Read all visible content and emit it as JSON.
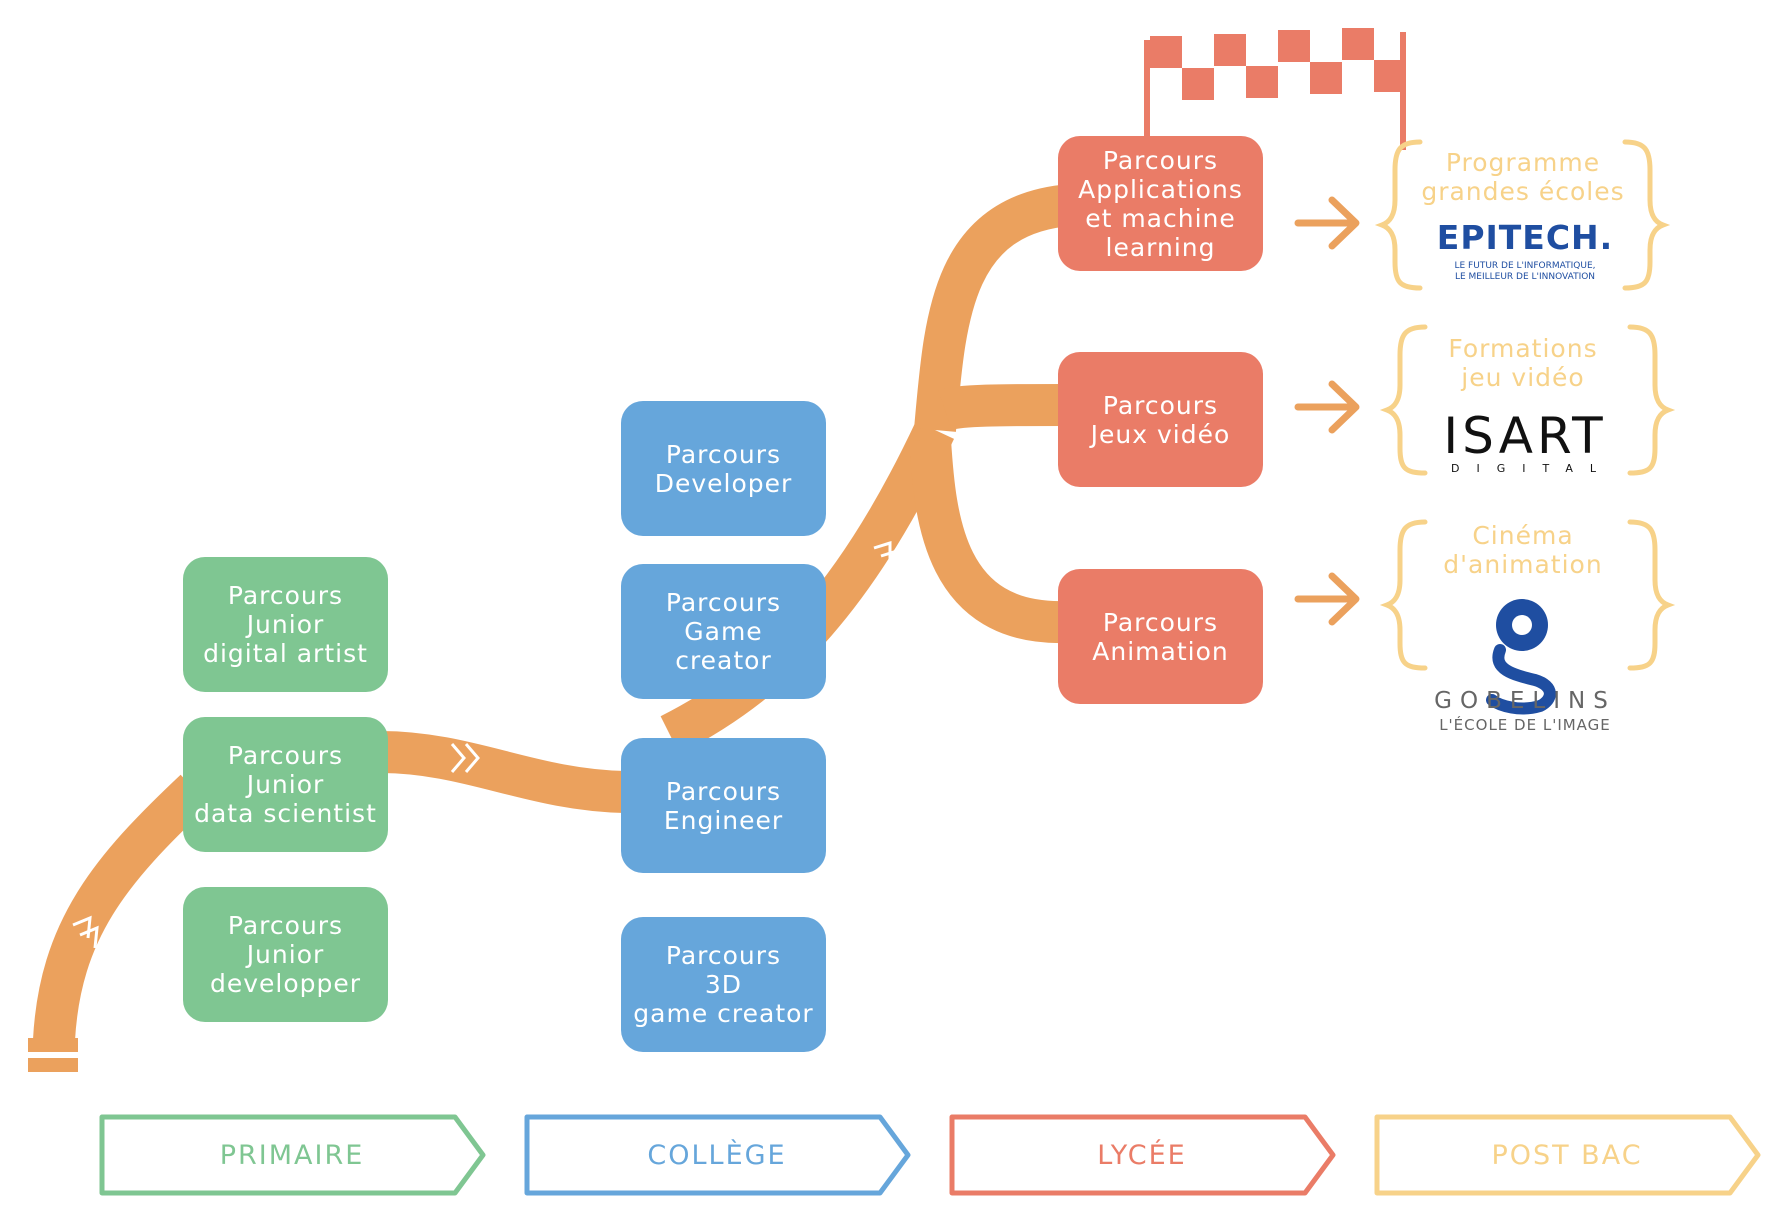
{
  "colors": {
    "primaire": "#7fc692",
    "college": "#66a6db",
    "lycee": "#ea7c67",
    "postbac": "#f7d289",
    "road": "#eba15d",
    "epitech": "#1f4ea1"
  },
  "stages": [
    {
      "label": "PRIMAIRE"
    },
    {
      "label": "COLLÈGE"
    },
    {
      "label": "LYCÉE"
    },
    {
      "label": "POST BAC"
    }
  ],
  "primaire": [
    {
      "label": "Parcours\nJunior\ndigital artist"
    },
    {
      "label": "Parcours\nJunior\ndata scientist"
    },
    {
      "label": "Parcours\nJunior\ndevelopper"
    }
  ],
  "college": [
    {
      "label": "Parcours\nDeveloper"
    },
    {
      "label": "Parcours\nGame\ncreator"
    },
    {
      "label": "Parcours\nEngineer"
    },
    {
      "label": "Parcours\n3D\ngame creator"
    }
  ],
  "lycee": [
    {
      "label": "Parcours\nApplications\net machine\nlearning"
    },
    {
      "label": "Parcours\nJeux vidéo"
    },
    {
      "label": "Parcours\nAnimation"
    }
  ],
  "postbac": [
    {
      "title": "Programme\ngrandes écoles",
      "logo_name": "EPITECH.",
      "logo_tagline_1": "LE FUTUR DE L'INFORMATIQUE,",
      "logo_tagline_2": "LE MEILLEUR DE L'INNOVATION"
    },
    {
      "title": "Formations\njeu vidéo",
      "logo_name": "ISART",
      "logo_tagline_1": "DIGITAL"
    },
    {
      "title": "Cinéma\nd'animation",
      "logo_name": "GOBELINS",
      "logo_tagline_1": "L'ÉCOLE DE L'IMAGE"
    }
  ],
  "icons": {
    "flag": "checkered-flag-icon",
    "chevrons": "double-chevron-icon",
    "arrow": "arrow-right-icon",
    "bracket": "curly-bracket-icon"
  }
}
